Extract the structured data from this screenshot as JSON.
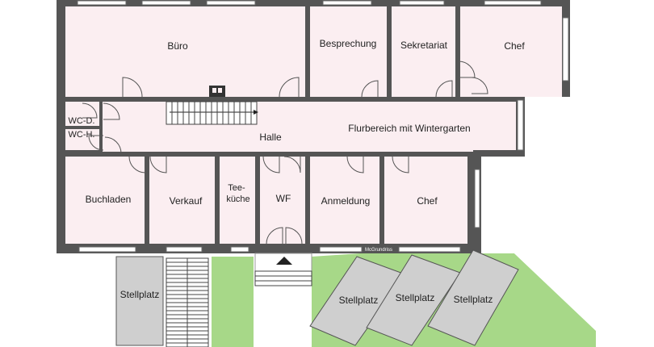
{
  "rooms": {
    "buero": "Büro",
    "besprechung": "Besprechung",
    "sekretariat": "Sekretariat",
    "chef_top": "Chef",
    "wc_d": "WC-D.",
    "wc_h": "WC-H.",
    "halle": "Halle",
    "flur": "Flurbereich mit Wintergarten",
    "buchladen": "Buchladen",
    "verkauf": "Verkauf",
    "tee_1": "Tee-",
    "tee_2": "küche",
    "wf": "WF",
    "anmeldung": "Anmeldung",
    "chef_bottom": "Chef"
  },
  "parking": {
    "p1": "Stellplatz",
    "p2": "Stellplatz",
    "p3": "Stellplatz",
    "p4": "Stellplatz"
  },
  "watermark": "McGrundriss",
  "colors": {
    "room_fill": "#fbeef1",
    "wall": "#555555",
    "grass": "#a7d888",
    "parking": "#cfcfcf"
  }
}
